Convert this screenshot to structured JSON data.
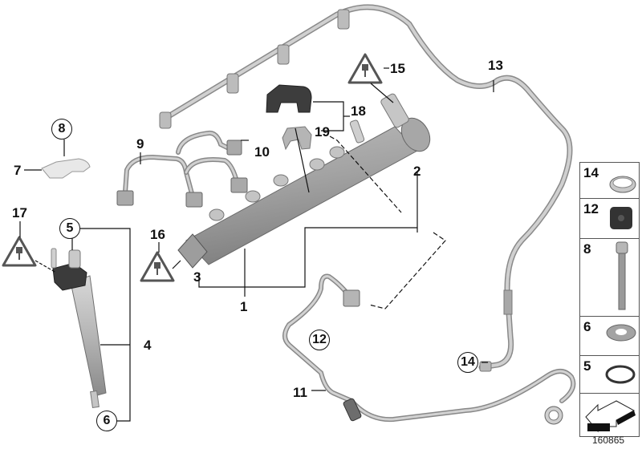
{
  "diagram": {
    "title": "High-pressure rail / injector / fuel lines exploded view",
    "reference_number": "160865",
    "callouts": {
      "c1": "1",
      "c2": "2",
      "c3": "3",
      "c4": "4",
      "c5": "5",
      "c6": "6",
      "c7": "7",
      "c8": "8",
      "c9": "9",
      "c10": "10",
      "c11": "11",
      "c12": "12",
      "c13": "13",
      "c14": "14",
      "c15": "15",
      "c16": "16",
      "c17": "17",
      "c18": "18",
      "c19": "19"
    },
    "parts_panel": [
      {
        "number": "14",
        "part": "hose-clamp"
      },
      {
        "number": "12",
        "part": "rubber-grommet"
      },
      {
        "number": "8",
        "part": "bolt"
      },
      {
        "number": "6",
        "part": "washer"
      },
      {
        "number": "5",
        "part": "o-ring"
      },
      {
        "number": "",
        "part": "direction-arrow"
      }
    ],
    "colors": {
      "metal": "#b9b9b9",
      "metal_dark": "#8c8c8c",
      "rubber": "#3a3a3a",
      "line": "#111111"
    }
  }
}
